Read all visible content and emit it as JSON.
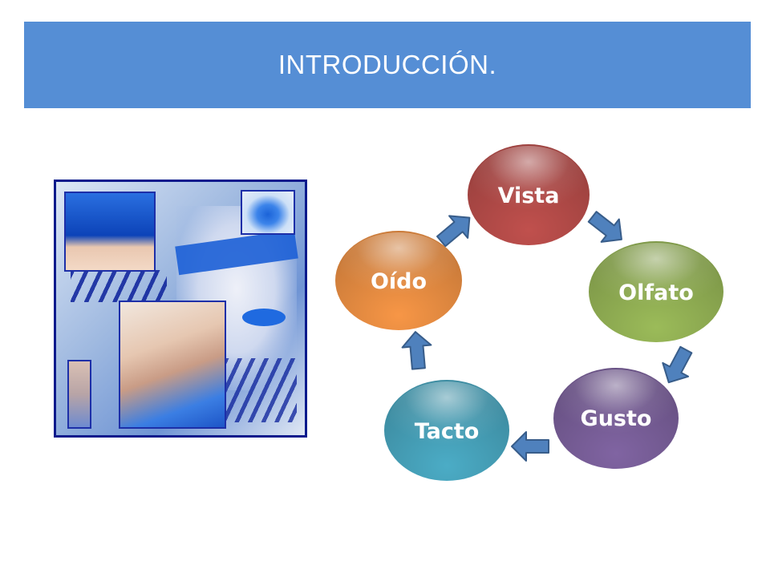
{
  "slide": {
    "title": "INTRODUCCIÓN."
  },
  "colors": {
    "title_bar": "#558ed5",
    "arrow_fill": "#4f81bd",
    "arrow_stroke": "#385d8a",
    "vista": "#c0504d",
    "olfato": "#9bbb59",
    "gusto": "#8064a2",
    "tacto": "#4bacc6",
    "oido": "#f79646"
  },
  "diagram": {
    "nodes": [
      {
        "id": "vista",
        "label": "Vista"
      },
      {
        "id": "olfato",
        "label": "Olfato"
      },
      {
        "id": "gusto",
        "label": "Gusto"
      },
      {
        "id": "tacto",
        "label": "Tacto"
      },
      {
        "id": "oido",
        "label": "Oído"
      }
    ]
  }
}
